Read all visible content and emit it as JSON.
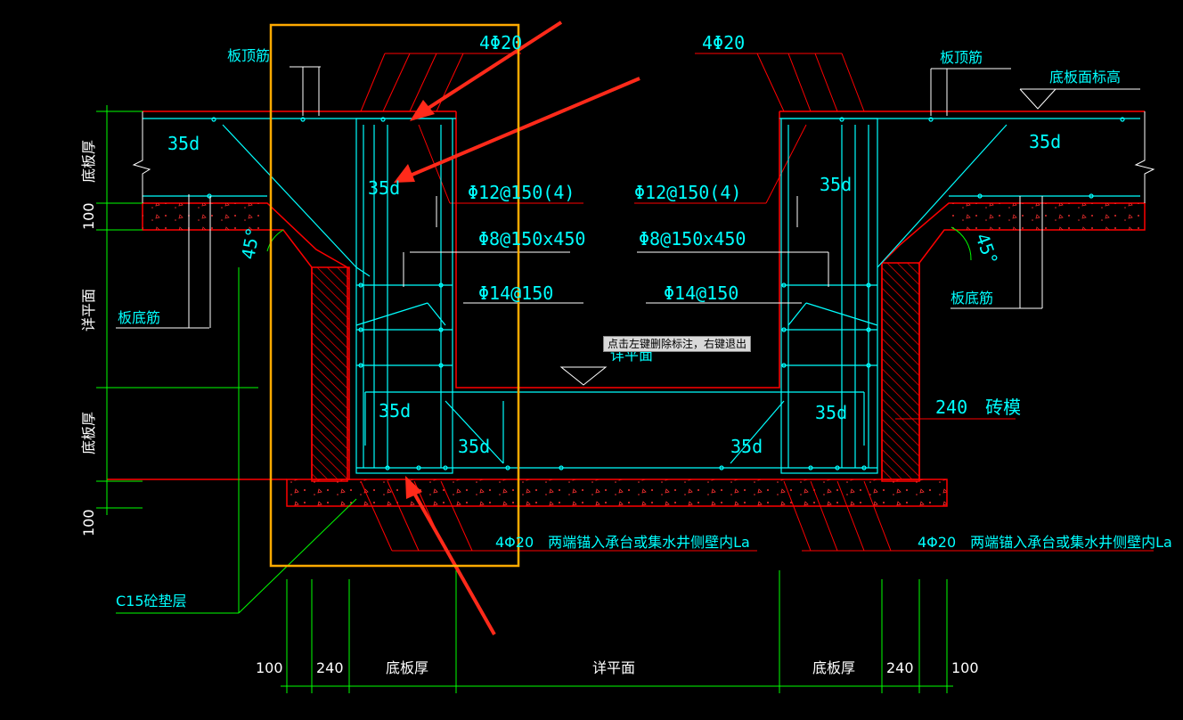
{
  "labels": {
    "rebar_4phi20_top": "4Φ20",
    "slab_top_rebar": "板顶筋",
    "slab_bottom_elevation": "底板面标高",
    "anchor_35d": "35d",
    "stirrup_phi12": "Φ12@150(4)",
    "tie_phi8": "Φ8@150x450",
    "bar_phi14": "Φ14@150",
    "slab_bottom_rebar": "板底筋",
    "angle_45": "45°",
    "detail_plan": "详平面",
    "brick_mould": "240　砖模",
    "bottom_bars_note": "4Φ20　两端锚入承台或集水井侧壁内La",
    "cushion": "C15砼垫层",
    "slab_thickness": "底板厚",
    "dim_100": "100",
    "dim_240": "240"
  },
  "tooltip": "点击左键删除标注，右键退出",
  "colors": {
    "background": "#000000",
    "cyan": "#00ffff",
    "green": "#00ff00",
    "red": "#ff0000",
    "white": "#ffffff",
    "selection": "#ffaa00",
    "arrow": "#ff2a1a"
  }
}
